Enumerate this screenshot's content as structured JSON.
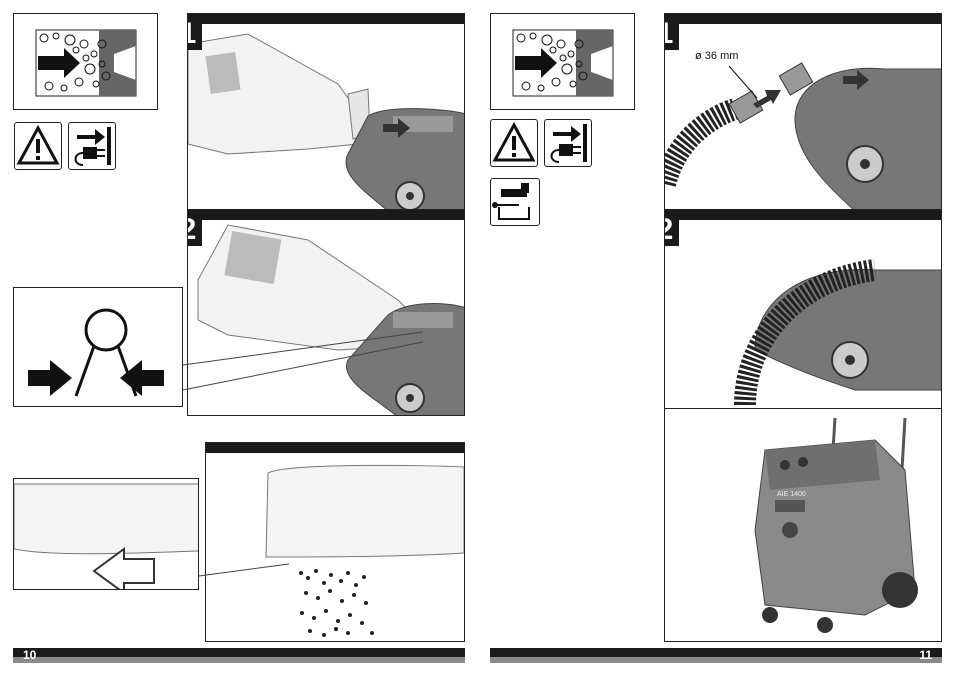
{
  "page_left": {
    "page_number": "10",
    "step1": {
      "number": "1"
    },
    "step2": {
      "number": "2"
    },
    "icons": [
      "dust-extraction-icon",
      "warning-icon",
      "unplug-icon",
      "clip-squeeze-icon"
    ]
  },
  "page_right": {
    "page_number": "11",
    "step1": {
      "number": "1",
      "hose_diameter": "ø 36 mm"
    },
    "step2": {
      "number": "2"
    },
    "icons": [
      "dust-extraction-icon",
      "warning-icon",
      "unplug-icon",
      "vacuum-connection-icon"
    ],
    "vacuum_label": "AIE 1400"
  }
}
